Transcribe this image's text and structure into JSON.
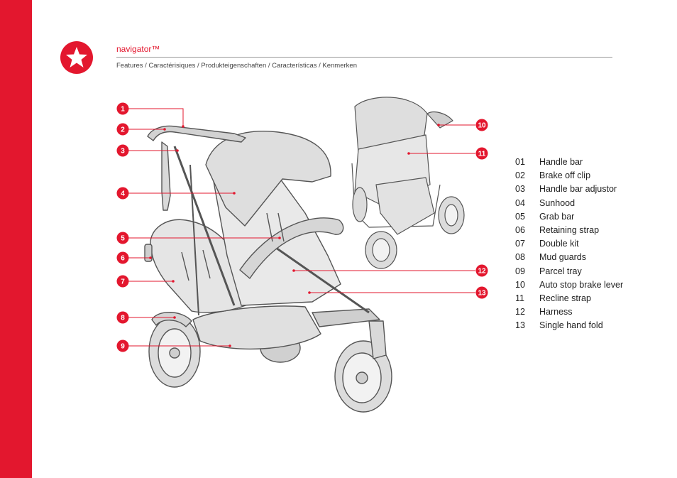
{
  "header": {
    "brand": "navigator™",
    "subtitle": "Features / Caractérisiques / Produkteigenschaften / Características / Kenmerken"
  },
  "colors": {
    "accent": "#e3172e",
    "line": "#9a9a9a"
  },
  "icons": {
    "logo": "star-icon"
  },
  "markers": [
    "1",
    "2",
    "3",
    "4",
    "5",
    "6",
    "7",
    "8",
    "9",
    "10",
    "11",
    "12",
    "13"
  ],
  "parts": [
    {
      "num": "01",
      "label": "Handle bar"
    },
    {
      "num": "02",
      "label": "Brake off clip"
    },
    {
      "num": "03",
      "label": "Handle bar adjustor"
    },
    {
      "num": "04",
      "label": "Sunhood"
    },
    {
      "num": "05",
      "label": "Grab bar"
    },
    {
      "num": "06",
      "label": "Retaining strap"
    },
    {
      "num": "07",
      "label": "Double kit"
    },
    {
      "num": "08",
      "label": "Mud guards"
    },
    {
      "num": "09",
      "label": "Parcel tray"
    },
    {
      "num": "10",
      "label": "Auto stop brake lever"
    },
    {
      "num": "11",
      "label": "Recline strap"
    },
    {
      "num": "12",
      "label": "Harness"
    },
    {
      "num": "13",
      "label": "Single hand fold"
    }
  ]
}
